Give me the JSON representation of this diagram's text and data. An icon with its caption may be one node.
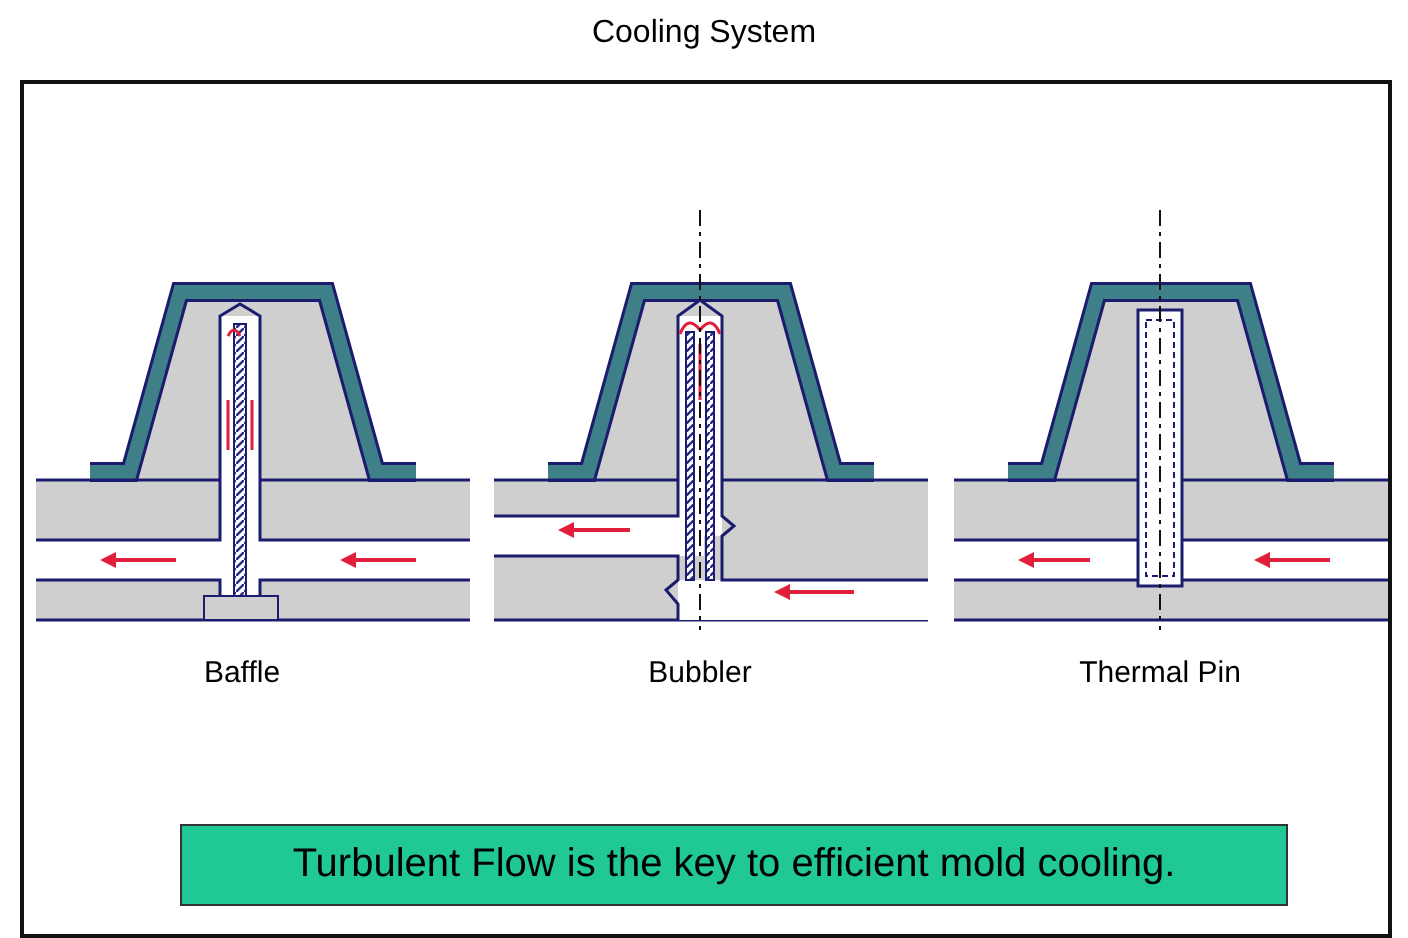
{
  "diagram": {
    "title": "Cooling System",
    "nodes": [
      {
        "text": [
          "Turbulent Flow is the key to efficient mold cooling."
        ]
      }
    ],
    "labels": [
      "Baffle",
      "Bubbler",
      "Thermal Pin"
    ]
  }
}
